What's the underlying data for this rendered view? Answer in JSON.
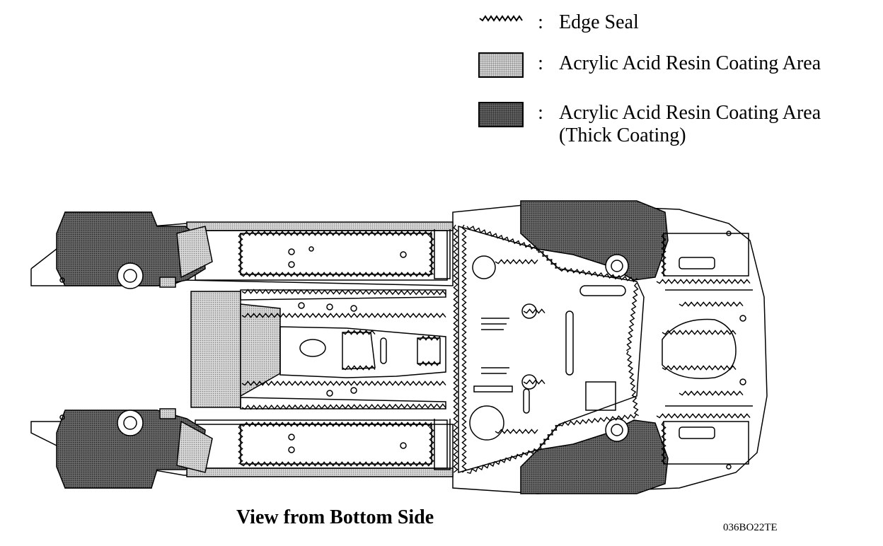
{
  "legend": {
    "items": [
      {
        "symbol": "wavy-line-icon",
        "text": "Edge Seal",
        "text2": ""
      },
      {
        "symbol": "light-dotted-swatch",
        "text": "Acrylic Acid Resin Coating Area",
        "text2": ""
      },
      {
        "symbol": "dark-dotted-swatch",
        "text": "Acrylic Acid Resin Coating Area",
        "text2": "(Thick Coating)"
      }
    ],
    "separator": ":"
  },
  "caption": "View from Bottom Side",
  "figure_code": "036BO22TE",
  "colors": {
    "line": "#000000",
    "light_fill": "#d6d6d6",
    "dark_fill": "#6c6c6c",
    "background": "#ffffff"
  }
}
